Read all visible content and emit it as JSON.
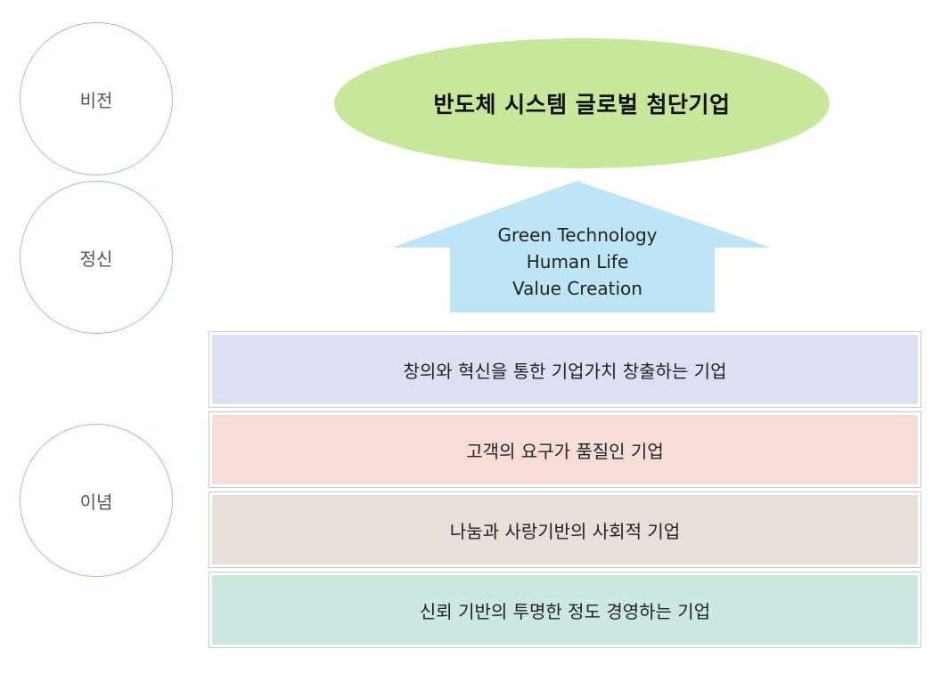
{
  "labels": {
    "vision": "비전",
    "spirit": "정신",
    "philosophy": "이념"
  },
  "vision": {
    "text": "반도체 시스템 글로벌 첨단기업",
    "color": "#c7e89a"
  },
  "spirit": {
    "lines": [
      "Green Technology",
      "Human Life",
      "Value Creation"
    ],
    "color": "#bde5f6"
  },
  "philosophy": {
    "items": [
      {
        "text": "창의와 혁신을 통한 기업가치 창출하는 기업",
        "color": "#dbe0f5"
      },
      {
        "text": "고객의 요구가 품질인 기업",
        "color": "#f8dcd8"
      },
      {
        "text": "나눔과 사랑기반의 사회적 기업",
        "color": "#e7e0d8"
      },
      {
        "text": "신뢰 기반의 투명한 정도 경영하는 기업",
        "color": "#cbe8e3"
      }
    ]
  },
  "colors": {
    "circle_border": "#8fd19a",
    "box_border": "#c9c9c9"
  }
}
